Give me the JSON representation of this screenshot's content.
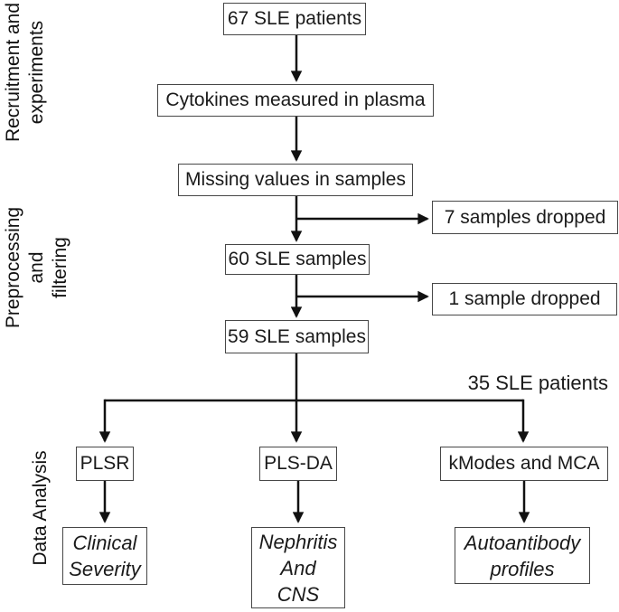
{
  "diagram": {
    "stage_labels": [
      "Recruitment and\nexperiments",
      "Preprocessing and\nfiltering",
      "Data Analysis"
    ],
    "nodes": {
      "patients67": "67 SLE patients",
      "cytokines": "Cytokines measured in plasma",
      "missing": "Missing values in samples",
      "dropped7": "7 samples dropped",
      "samples60": "60 SLE samples",
      "dropped1": "1 sample dropped",
      "samples59": "59 SLE samples",
      "plsr": "PLSR",
      "plsda": "PLS-DA",
      "kmodes": "kModes and MCA",
      "clinical": "Clinical\nSeverity",
      "nephritis": "Nephritis\nAnd\nCNS",
      "autoantibody": "Autoantibody\nprofiles"
    },
    "annotations": {
      "patients35": "35 SLE patients"
    },
    "colors": {
      "arrow": "#111111",
      "box_border": "#474747",
      "text": "#1a1a1a",
      "background": "#ffffff"
    }
  }
}
